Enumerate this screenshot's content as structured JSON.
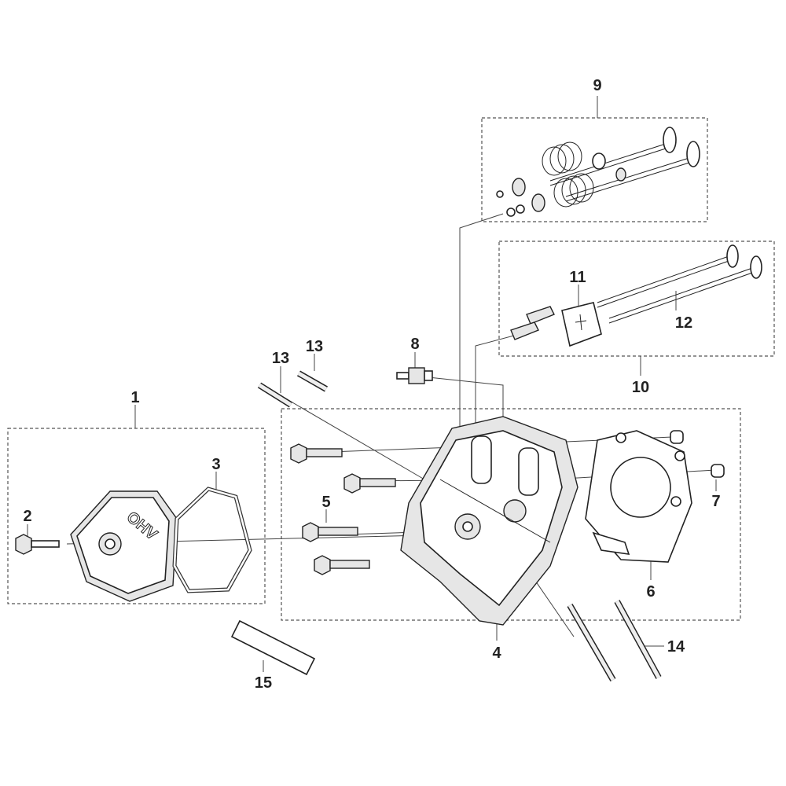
{
  "diagram": {
    "title": "Cylinder head exploded parts diagram",
    "callouts": {
      "c1": "1",
      "c2": "2",
      "c3": "3",
      "c4": "4",
      "c5": "5",
      "c6": "6",
      "c7": "7",
      "c8": "8",
      "c9": "9",
      "c10": "10",
      "c11": "11",
      "c12": "12",
      "c13a": "13",
      "c13b": "13",
      "c14": "14",
      "c15": "15"
    },
    "cover_marking": "OHV"
  }
}
